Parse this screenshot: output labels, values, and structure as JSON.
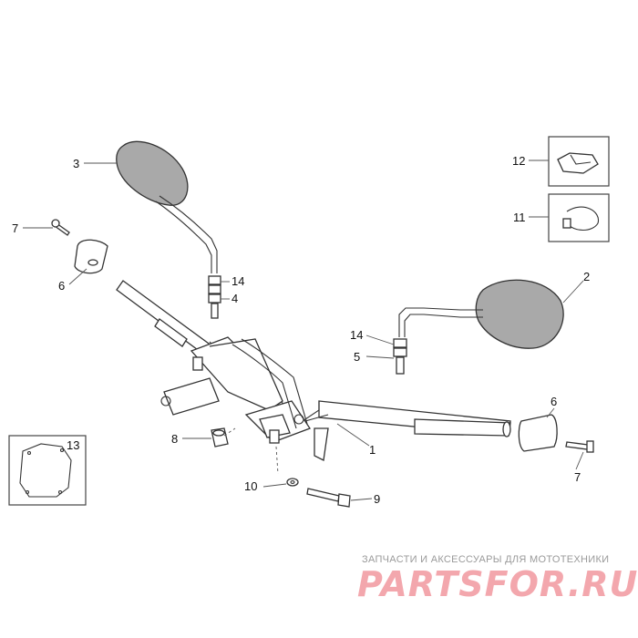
{
  "callouts": {
    "c1": "1",
    "c2": "2",
    "c3": "3",
    "c4": "4",
    "c5": "5",
    "c6a": "6",
    "c6b": "6",
    "c7a": "7",
    "c7b": "7",
    "c8": "8",
    "c9": "9",
    "c10": "10",
    "c11": "11",
    "c12": "12",
    "c13": "13",
    "c14a": "14",
    "c14b": "14"
  },
  "watermark": {
    "tagline": "ЗАПЧАСТИ И АКСЕССУАРЫ ДЛЯ МОТОТЕХНИКИ",
    "brand": "PARTSFOR.RU"
  },
  "colors": {
    "watermark_brand": "#f3a7ad",
    "mirror_glass": "#a9a9a9"
  }
}
